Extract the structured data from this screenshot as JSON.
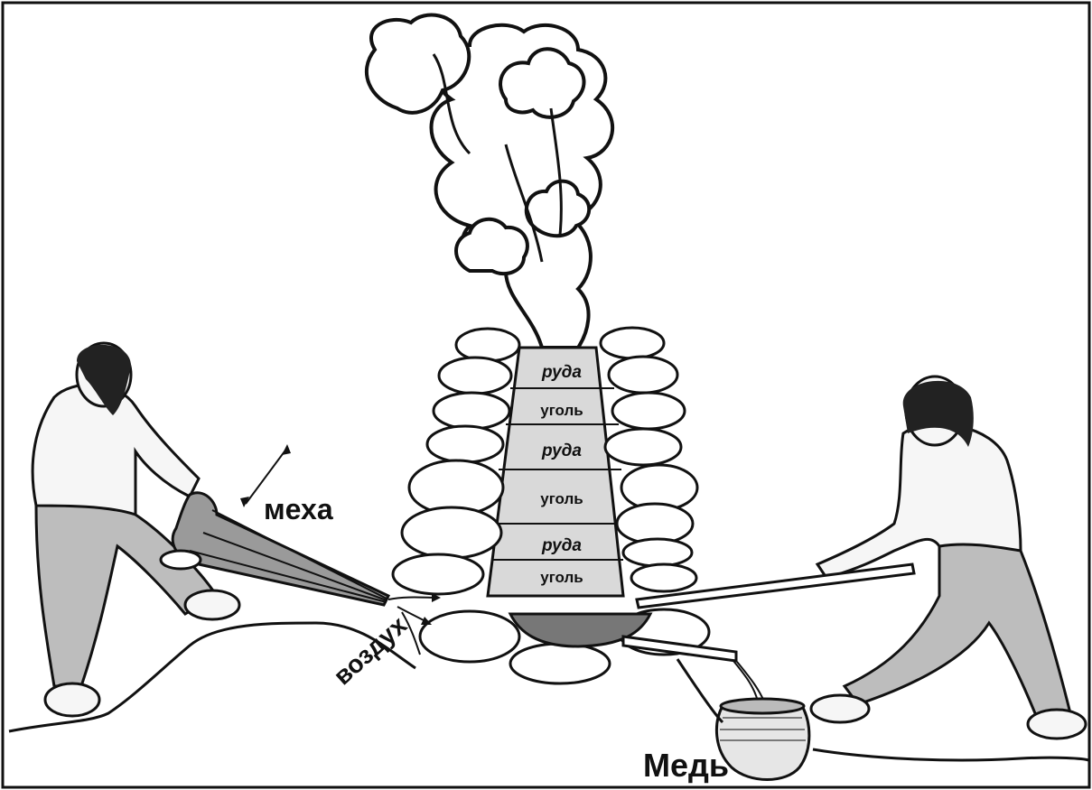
{
  "labels": {
    "bellows": "меха",
    "air": "воздух",
    "copper": "Медь"
  },
  "furnace_layers": [
    "руда",
    "уголь",
    "руда",
    "уголь",
    "руда",
    "уголь"
  ]
}
